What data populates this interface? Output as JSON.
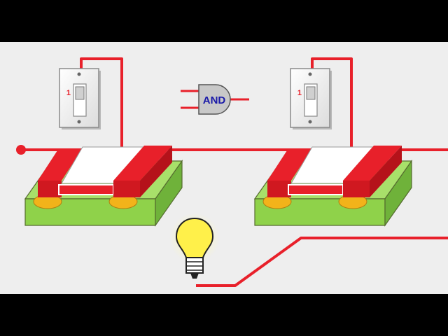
{
  "gate": {
    "label": "AND"
  },
  "switch_left": {
    "state_label": "1"
  },
  "switch_right": {
    "state_label": "1"
  },
  "colors": {
    "background": "#eeeeee",
    "letterbox": "#000000",
    "wire": "#e8202a",
    "substrate": "#8fd24a",
    "gold": "#f2b31a",
    "bulb": "#fff04a",
    "gate_fill": "#c8c8c8",
    "gate_text": "#1a1aa8"
  },
  "icons": [
    "toggle-switch-icon",
    "and-gate-icon",
    "transistor-icon",
    "light-bulb-icon"
  ]
}
